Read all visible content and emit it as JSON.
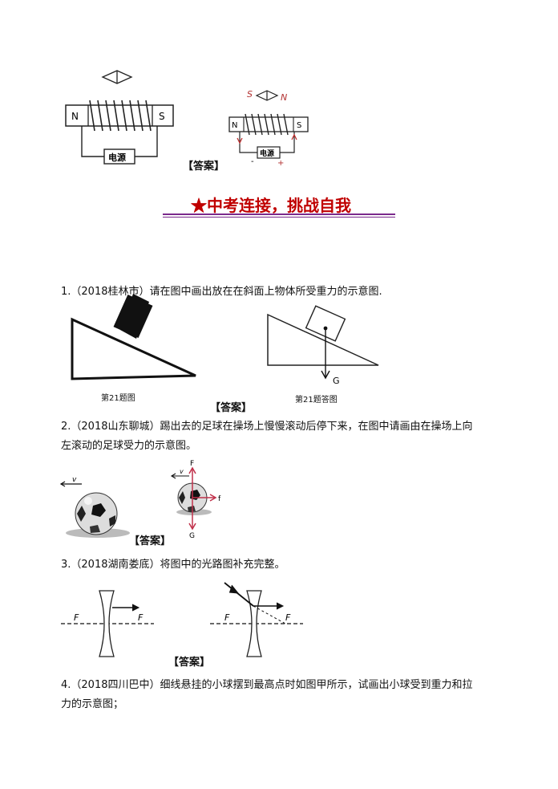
{
  "figure_top": {
    "left_labels": {
      "n": "N",
      "s": "S",
      "power": "电源"
    },
    "right_labels": {
      "compass_s": "S",
      "compass_n": "N",
      "n": "N",
      "s": "S",
      "power": "电源",
      "minus": "-",
      "plus": "+"
    },
    "answer": "【答案】"
  },
  "section_heading": "★中考连接，挑战自我",
  "questions": [
    {
      "text": "1.（2018桂林市）请在图中画出放在在斜面上物体所受重力的示意图.",
      "caption_left": "第21题图",
      "caption_right": "第21题答图",
      "answer": "【答案】",
      "force_label": "G"
    },
    {
      "text_line1": "2.（2018山东聊城）踢出去的足球在操场上慢慢滚动后停下来，在图中请画由在操场上向",
      "text_line2": "左滚动的足球受力的示意图。",
      "v_label": "v",
      "answer": "【答案】",
      "force_f_up": "F",
      "force_f": "f",
      "force_g": "G"
    },
    {
      "text": "3.（2018湖南娄底）将图中的光路图补充完整。",
      "focal_label": "F",
      "answer": "【答案】"
    },
    {
      "text_line1": "4.（2018四川巴中）细线悬挂的小球摆到最高点时如图甲所示，试画出小球受到重力和拉",
      "text_line2": "力的示意图；"
    }
  ]
}
